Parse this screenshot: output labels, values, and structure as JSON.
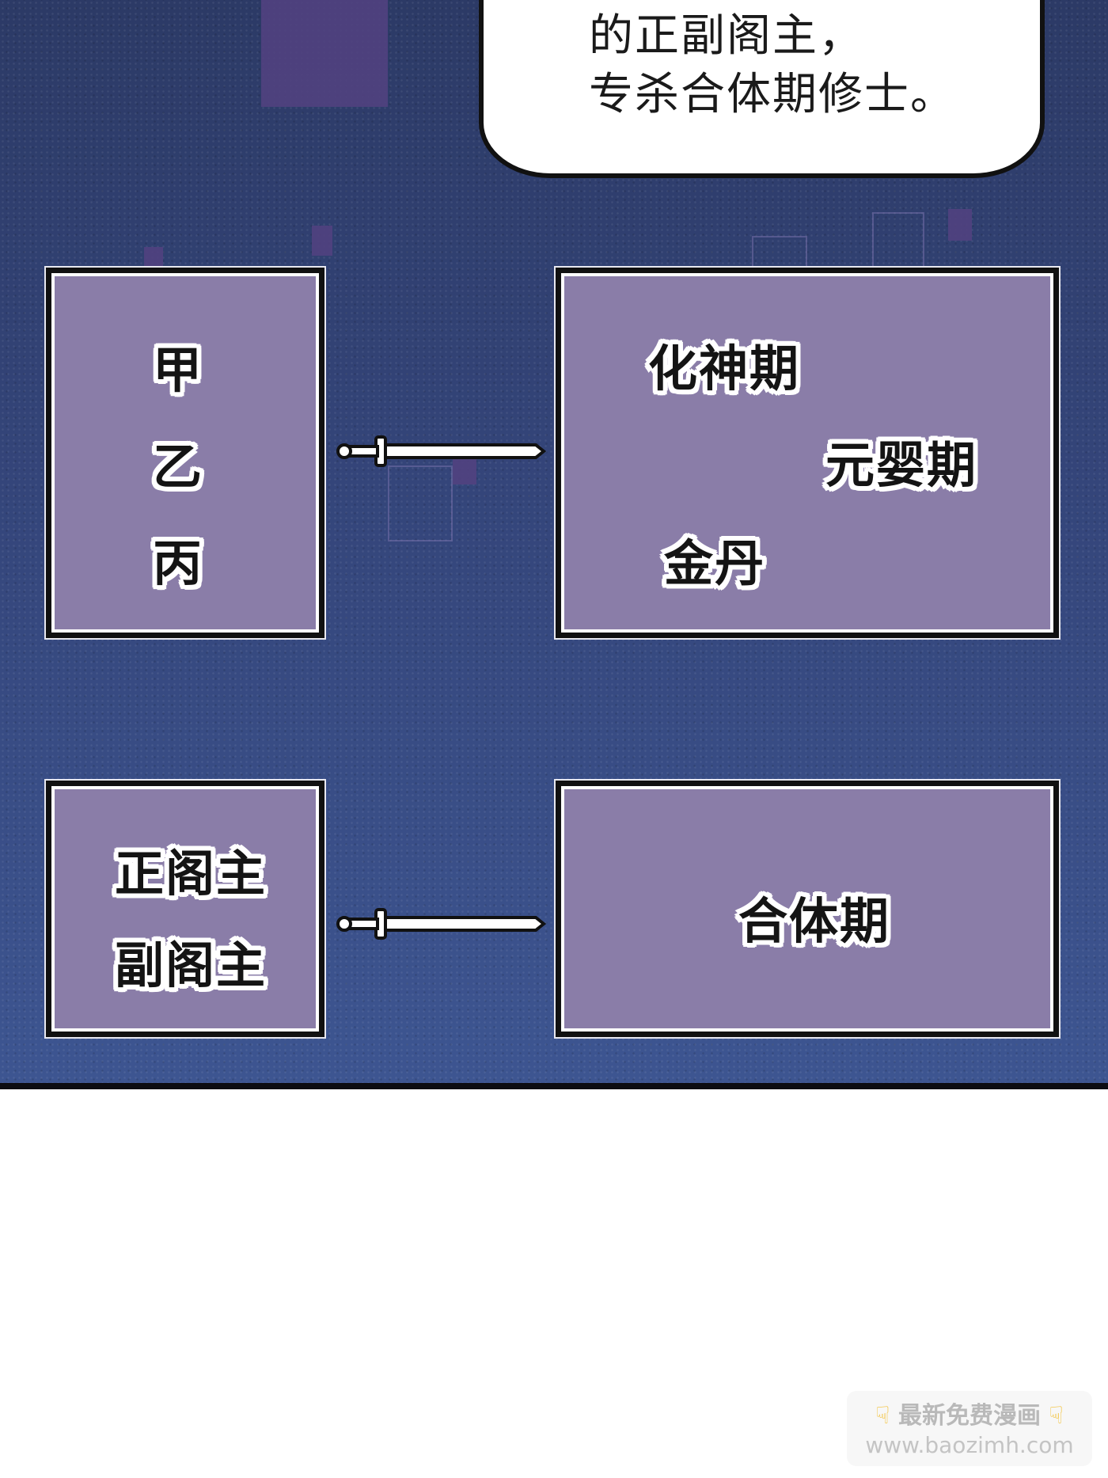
{
  "speech_bubble": {
    "lines": [
      "的正副阁主，",
      "专杀合体期修士。"
    ]
  },
  "diagram_top": {
    "left_box": {
      "items": [
        "甲",
        "乙",
        "丙"
      ]
    },
    "right_box": {
      "items": [
        "化神期",
        "元婴期",
        "金丹"
      ]
    },
    "connector": "sword-arrow-left"
  },
  "diagram_bottom": {
    "left_box": {
      "items": [
        "正阁主",
        "副阁主"
      ]
    },
    "right_box": {
      "items": [
        "合体期"
      ]
    },
    "connector": "sword-arrow-left"
  },
  "watermark": {
    "line1": "最新免费漫画",
    "line2": "www.baozimh.com",
    "icon": "pointing-down-hand"
  },
  "colors": {
    "background": "#34457a",
    "box_fill": "#8a7da8",
    "outline": "#111111"
  }
}
